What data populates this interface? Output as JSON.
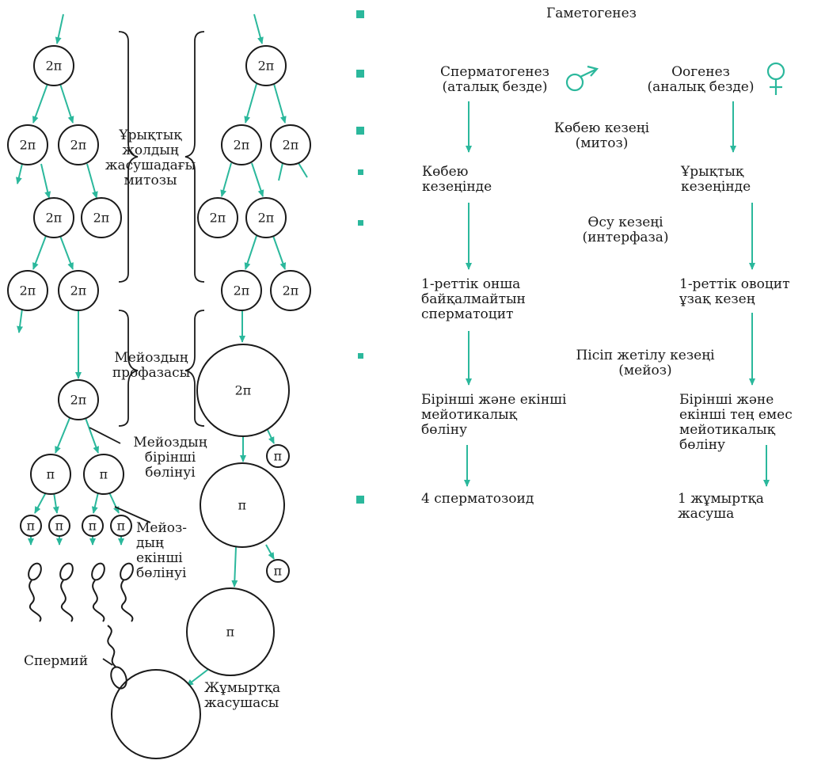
{
  "colors": {
    "arrow": "#2bb89c",
    "ink": "#1a1a1a",
    "bullet": "#2bb89c"
  },
  "cells": {
    "diploid": "2п",
    "haploid": "п"
  },
  "left_labels": {
    "mitosis": "Ұрықтық\nжолдың\nжасушадағы\nмитозы",
    "prophase": "Мейоздың\nпрофазасы",
    "first_division": "Мейоздың\nбірінші\nбөлінуі",
    "second_division": "Мейоз-\nдың\nекінші\nбөлінуі",
    "sperm": "Спермий",
    "egg": "Жұмыртқа\nжасушасы"
  },
  "scheme": {
    "title": "Гаметогенез",
    "spermatogenesis": "Сперматогенез\n(аталық безде)",
    "oogenesis": "Оогенез\n(аналық безде)",
    "reproduction_stage": "Көбею кезеңі\n(митоз)",
    "sperm_reproduction": "Көбею\nкезеңінде",
    "egg_germinal": "Ұрықтық\nкезеңінде",
    "growth_stage": "Өсу кезеңі\n(интерфаза)",
    "primary_spermatocyte": "1-реттік онша\nбайқалмайтын\nсперматоцит",
    "primary_oocyte": "1-реттік овоцит\nұзақ кезең",
    "maturation_stage": "Пісіп жетілу кезеңі\n(мейоз)",
    "sperm_meiosis": "Бірінші және екінші\nмейотикалық\nбөліну",
    "egg_meiosis": "Бірінші және\nекінші тең емес\nмейотикалық\nбөліну",
    "sperm_result": "4 сперматозоид",
    "egg_result": "1 жұмыртқа\nжасуша"
  }
}
